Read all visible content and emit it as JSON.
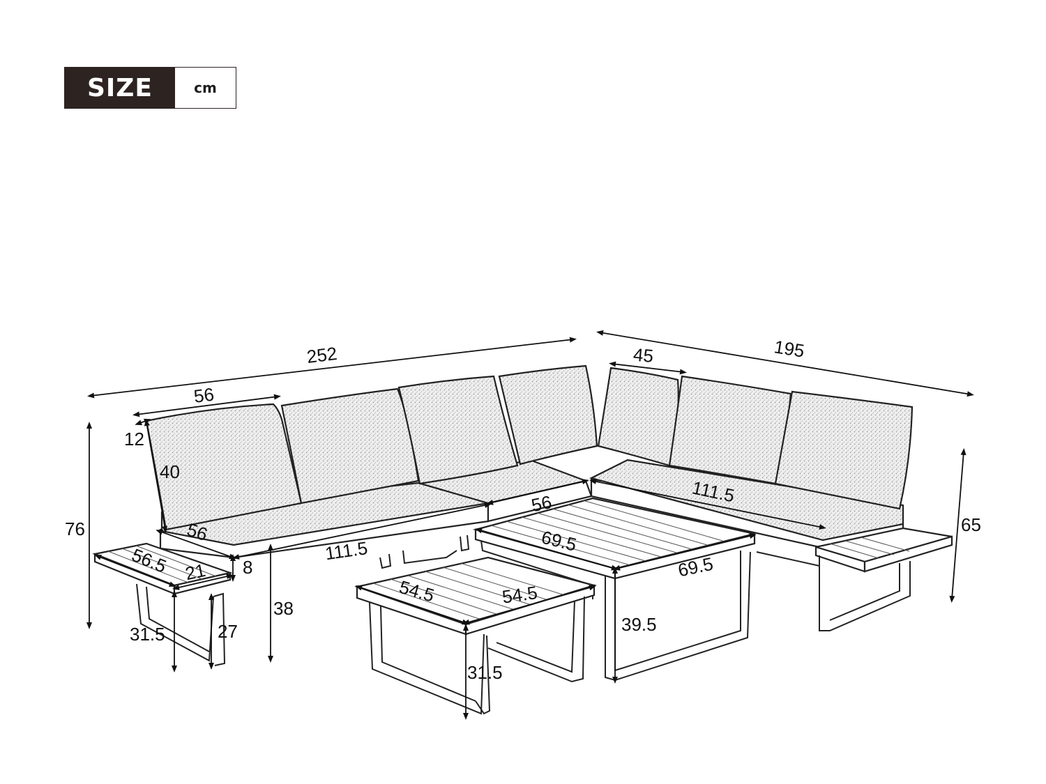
{
  "badge": {
    "title": "SIZE",
    "unit": "cm"
  },
  "dimensions": {
    "overall_left_width": "252",
    "overall_right_width": "195",
    "back_cushion_width": "56",
    "back_cushion_thickness": "12",
    "back_cushion_height": "40",
    "overall_height": "76",
    "seat_depth": "56",
    "side_table_depth": "56.5",
    "side_table_width": "21",
    "seat_thickness": "8",
    "seat_width_left": "111.5",
    "seat_height": "38",
    "side_table_height": "31.5",
    "side_table_leg_height": "27",
    "corner_seat_depth": "56",
    "right_back_cushion_width": "45",
    "seat_width_right": "111.5",
    "right_height": "65",
    "large_table_width": "69.5",
    "large_table_depth": "69.5",
    "large_table_height": "39.5",
    "small_table_width": "54.5",
    "small_table_depth": "54.5",
    "small_table_height": "31.5"
  }
}
